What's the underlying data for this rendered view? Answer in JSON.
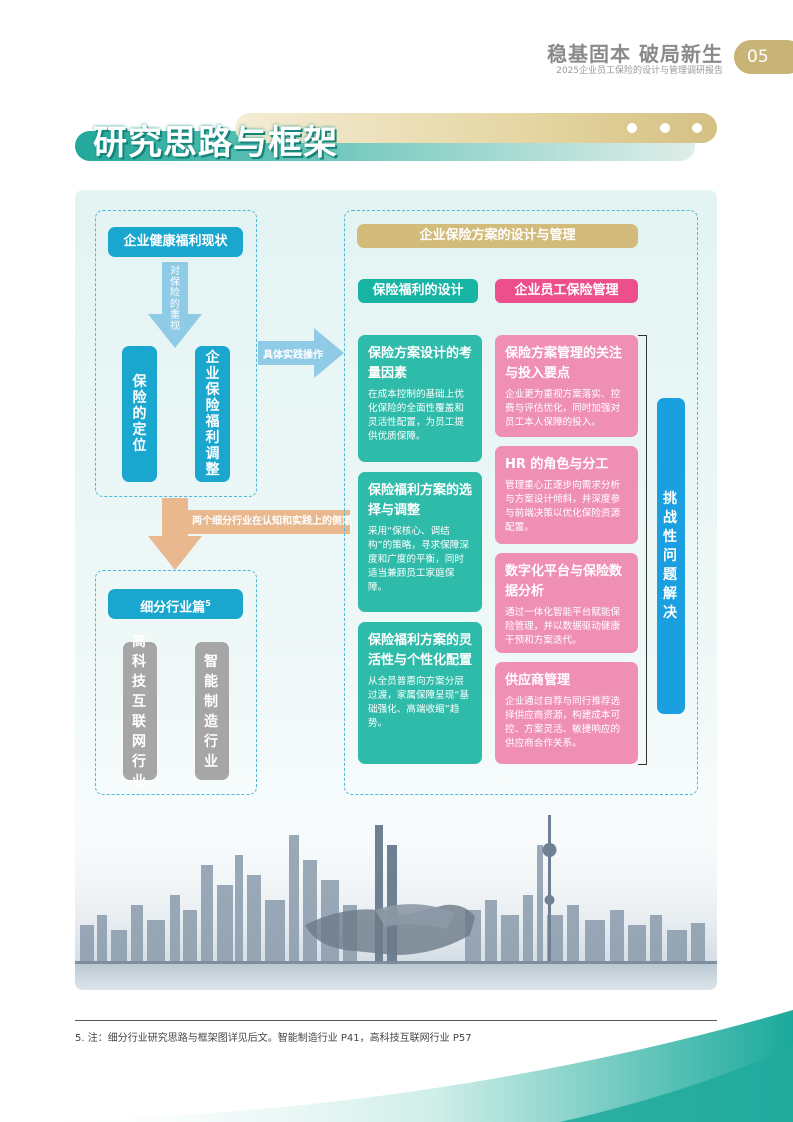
{
  "header": {
    "title": "稳基固本 破局新生",
    "subtitle": "2025企业员工保险的设计与管理调研报告",
    "page": "05"
  },
  "section": {
    "title": "研究思路与框架"
  },
  "left": {
    "status_label": "企业健康福利现状",
    "arrow_down_label": "对保险的重视",
    "box_positioning": "保险的定位",
    "box_adjust": "企业保险福利调整",
    "arrow_right_label": "具体实践操作",
    "arrow_bottom_label": "两个细分行业在认知和实践上的侧重",
    "industry_label": "细分行业篇",
    "industry_sup": "5",
    "industry_tech": "高科技互联网行业",
    "industry_mfg": "智能制造行业"
  },
  "right": {
    "main_header": "企业保险方案的设计与管理",
    "col_design": "保险福利的设计",
    "col_mgmt": "企业员工保险管理",
    "design_cards": [
      {
        "title": "保险方案设计的考量因素",
        "body": "在成本控制的基础上优化保险的全面性覆盖和灵活性配置，为员工提供优质保障。"
      },
      {
        "title": "保险福利方案的选择与调整",
        "body": "采用“保核心、调结构”的策略，寻求保障深度和广度的平衡，同时适当兼顾员工家庭保障。"
      },
      {
        "title": "保险福利方案的灵活性与个性化配置",
        "body": "从全员普惠向方案分层过渡，家属保障呈现“基础强化、高端收缩”趋势。"
      }
    ],
    "mgmt_cards": [
      {
        "title": "保险方案管理的关注与投入要点",
        "body": "企业更为重视方案落实、控费与评估优化，同时加强对员工本人保障的投入。"
      },
      {
        "title": "HR 的角色与分工",
        "body": "管理重心正逐步向需求分析与方案设计倾斜，并深度参与前端决策以优化保险资源配置。"
      },
      {
        "title": "数字化平台与保险数据分析",
        "body": "通过一体化智能平台赋能保险管理，并以数据驱动健康干预和方案迭代。"
      },
      {
        "title": "供应商管理",
        "body": "企业通过自荐与同行推荐选择供应商资源，构建成本可控、方案灵活、敏捷响应的供应商合作关系。"
      }
    ],
    "challenge": "挑战性问题解决"
  },
  "footnote": "5. 注：细分行业研究思路与框架图详见后文。智能制造行业 P41，高科技互联网行业 P57",
  "colors": {
    "teal": "#2ebbaa",
    "pink": "#ef8fb4",
    "cyan": "#1aa7cf",
    "gold": "#d3bb7c",
    "peach": "#e9b88e",
    "light_blue": "#8fcbe6"
  }
}
